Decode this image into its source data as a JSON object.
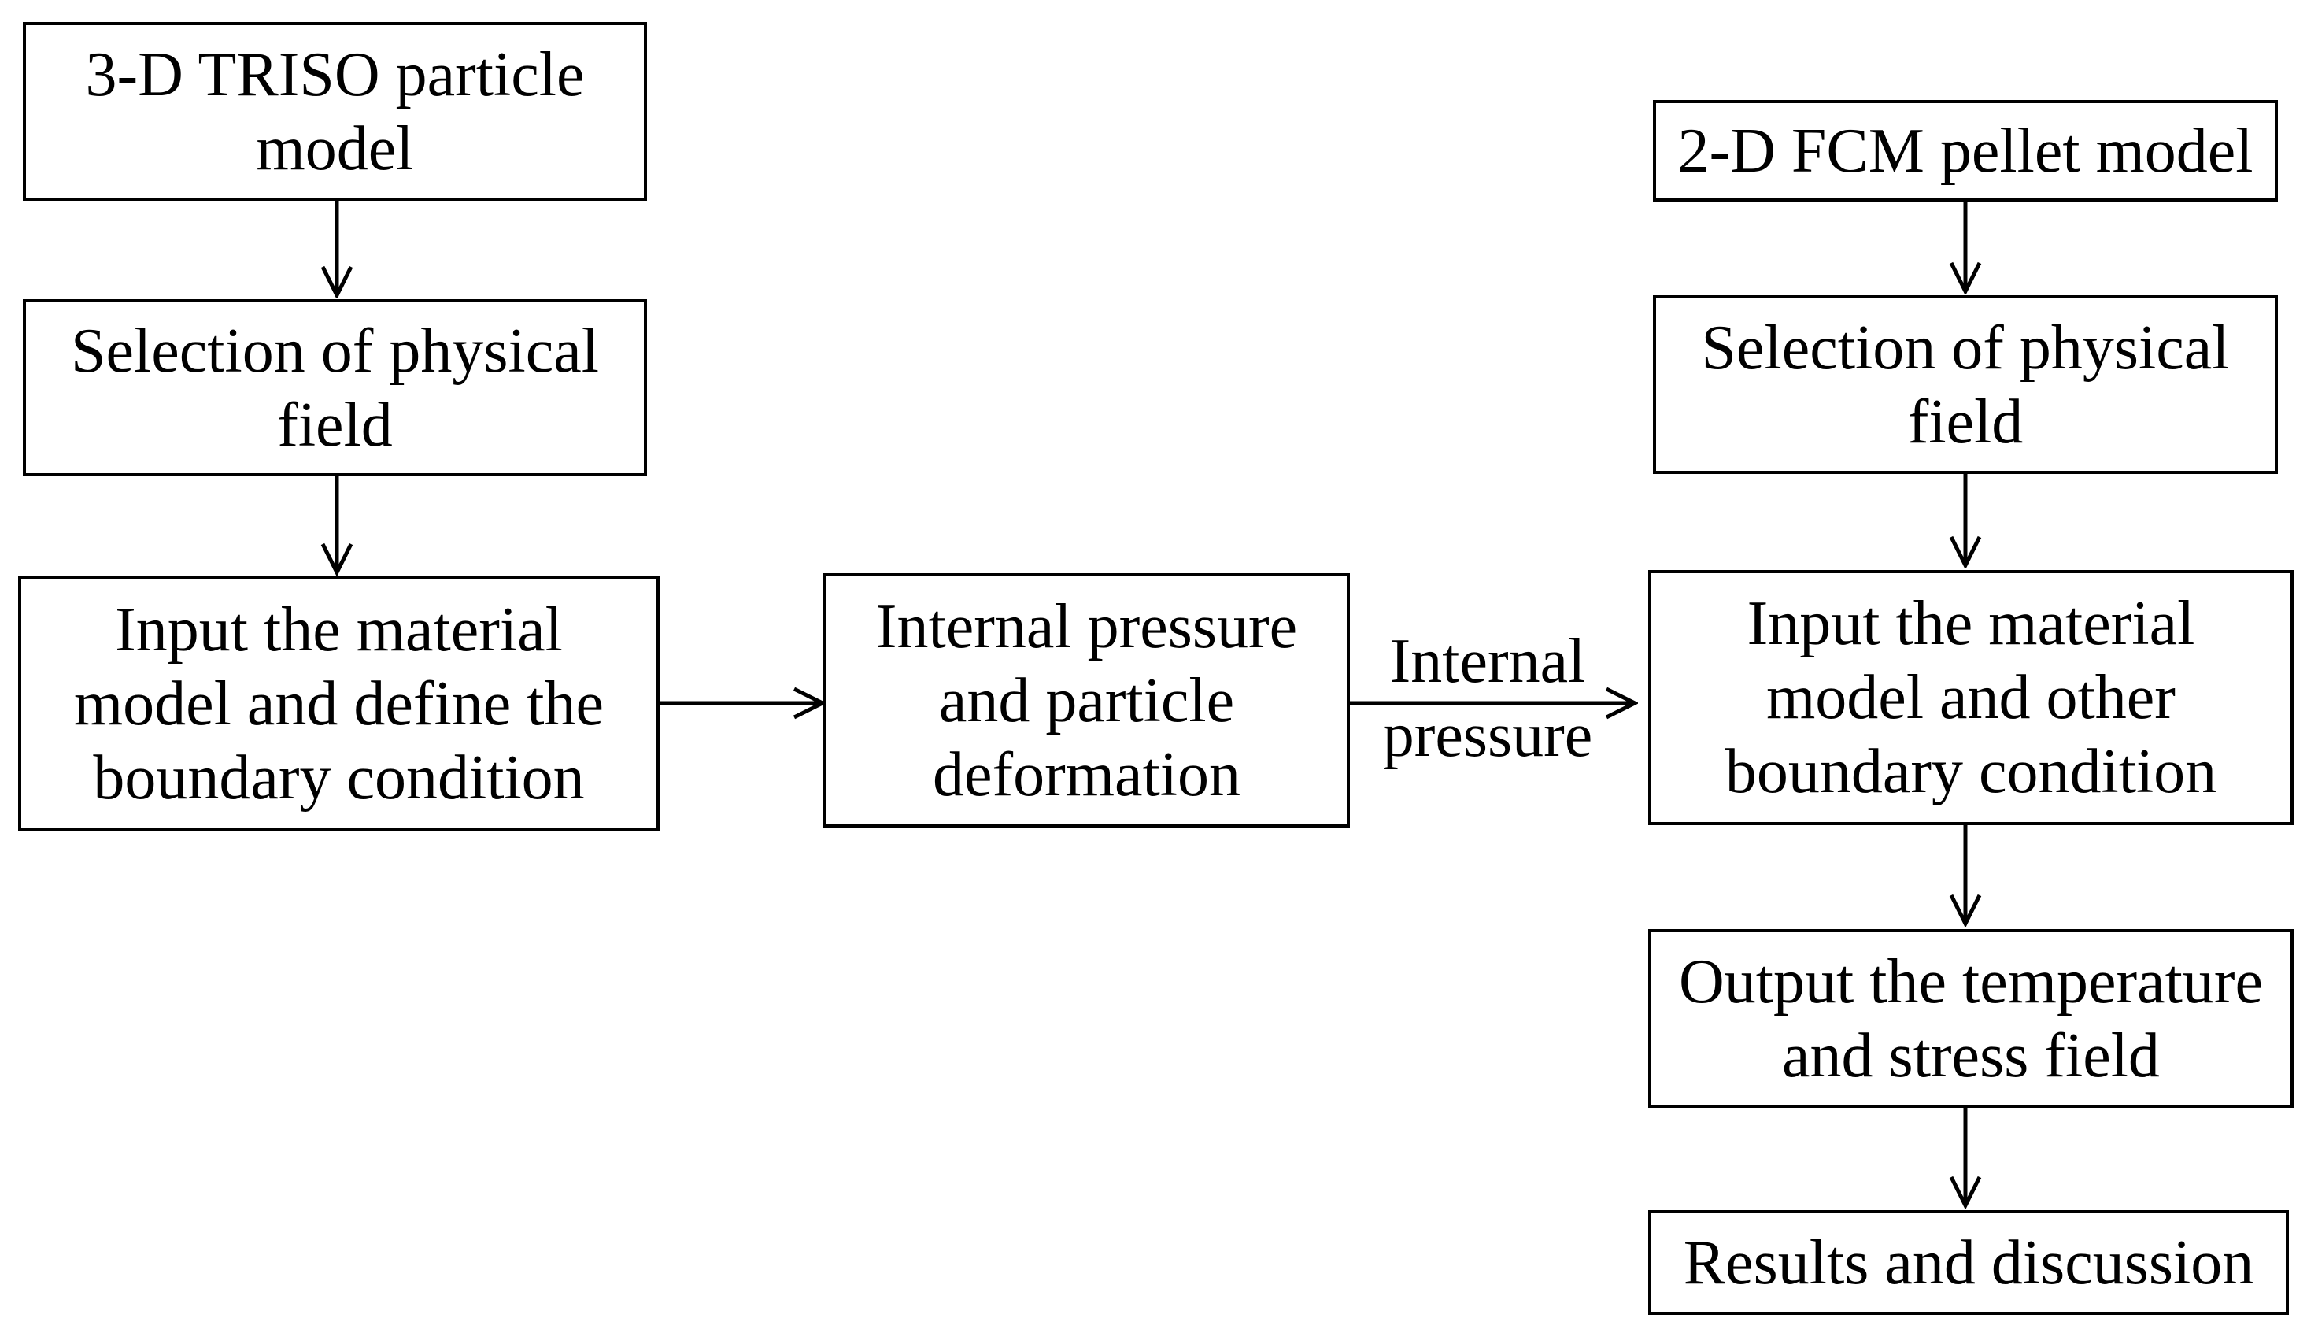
{
  "flowchart": {
    "left_column": {
      "triso_model": "3-D TRISO particle\nmodel",
      "physical_field": "Selection of physical\nfield",
      "material_input": "Input the material\nmodel and define the\nboundary condition"
    },
    "middle": {
      "pressure_deformation": "Internal pressure\nand particle\ndeformation",
      "edge_label": "Internal\npressure"
    },
    "right_column": {
      "fcm_model": "2-D FCM pellet model",
      "physical_field": "Selection of physical\nfield",
      "material_input": "Input the material\nmodel and other\nboundary condition",
      "output_fields": "Output the temperature\nand stress field",
      "results": "Results and discussion"
    },
    "colors": {
      "stroke": "#000000",
      "background": "#ffffff"
    }
  }
}
